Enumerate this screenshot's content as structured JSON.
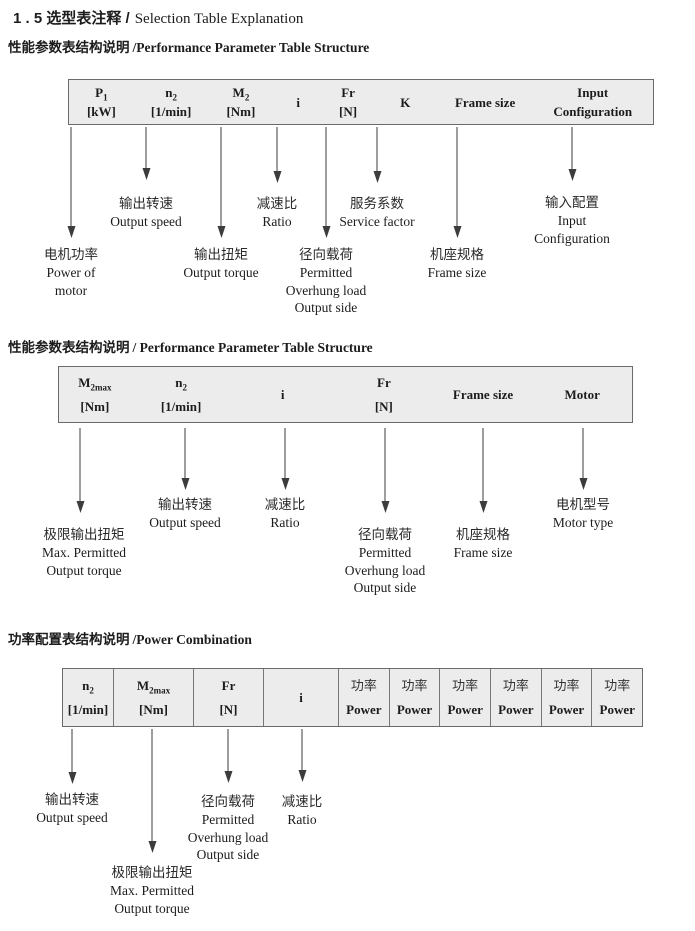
{
  "title": {
    "cn": "1 . 5 选型表注释 /",
    "en": "Selection Table Explanation"
  },
  "sections": {
    "s1": {
      "heading_cn": "性能参数表结构说明",
      "heading_en": "/Performance Parameter Table Structure",
      "columns": [
        {
          "base": "P",
          "sub": "1",
          "unit": "[kW]"
        },
        {
          "base": "n",
          "sub": "2",
          "unit": "[1/min]"
        },
        {
          "base": "M",
          "sub": "2",
          "unit": "[Nm]"
        },
        {
          "base": "i",
          "sub": "",
          "unit": ""
        },
        {
          "base": "Fr",
          "sub": "",
          "unit": "[N]"
        },
        {
          "base": "K",
          "sub": "",
          "unit": ""
        },
        {
          "base": "Frame size",
          "sub": "",
          "unit": ""
        },
        {
          "base": "Input",
          "sub": "",
          "unit": "Configuration"
        }
      ],
      "labels": {
        "motor_power": [
          "电机功率",
          "Power of",
          "motor"
        ],
        "output_speed": [
          "输出转速",
          "Output speed"
        ],
        "output_torque": [
          "输出扭矩",
          "Output torque"
        ],
        "ratio": [
          "减速比",
          "Ratio"
        ],
        "overhung_load": [
          "径向载荷",
          "Permitted",
          "Overhung load",
          "Output side"
        ],
        "service_factor": [
          "服务系数",
          "Service factor"
        ],
        "frame_size": [
          "机座规格",
          "Frame size"
        ],
        "input_config": [
          "输入配置",
          "Input",
          "Configuration"
        ]
      }
    },
    "s2": {
      "heading_cn": "性能参数表结构说明",
      "heading_en": "/ Performance Parameter Table Structure",
      "columns": [
        {
          "base": "M",
          "sub": "2max",
          "unit": "[Nm]"
        },
        {
          "base": "n",
          "sub": "2",
          "unit": "[1/min]"
        },
        {
          "base": "i",
          "sub": "",
          "unit": ""
        },
        {
          "base": "Fr",
          "sub": "",
          "unit": "[N]"
        },
        {
          "base": "Frame size",
          "sub": "",
          "unit": ""
        },
        {
          "base": "Motor",
          "sub": "",
          "unit": ""
        }
      ],
      "labels": {
        "max_torque": [
          "极限输出扭矩",
          "Max. Permitted",
          "Output torque"
        ],
        "output_speed": [
          "输出转速",
          "Output speed"
        ],
        "ratio": [
          "减速比",
          "Ratio"
        ],
        "overhung_load": [
          "径向载荷",
          "Permitted",
          "Overhung load",
          "Output side"
        ],
        "frame_size": [
          "机座规格",
          "Frame size"
        ],
        "motor_type": [
          "电机型号",
          "Motor type"
        ]
      }
    },
    "s3": {
      "heading_cn": "功率配置表结构说明",
      "heading_en": "/Power Combination",
      "columns": [
        {
          "base": "n",
          "sub": "2",
          "unit": "[1/min]"
        },
        {
          "base": "M",
          "sub": "2max",
          "unit": "[Nm]"
        },
        {
          "base": "Fr",
          "sub": "",
          "unit": "[N]"
        },
        {
          "base": "i",
          "sub": "",
          "unit": ""
        }
      ],
      "power_cells": [
        {
          "cn": "功率",
          "en": "Power"
        },
        {
          "cn": "功率",
          "en": "Power"
        },
        {
          "cn": "功率",
          "en": "Power"
        },
        {
          "cn": "功率",
          "en": "Power"
        },
        {
          "cn": "功率",
          "en": "Power"
        },
        {
          "cn": "功率",
          "en": "Power"
        }
      ],
      "labels": {
        "output_speed": [
          "输出转速",
          "Output speed"
        ],
        "max_torque": [
          "极限输出扭矩",
          "Max. Permitted",
          "Output torque"
        ],
        "overhung_load": [
          "径向载荷",
          "Permitted",
          "Overhung load",
          "Output side"
        ],
        "ratio": [
          "减速比",
          "Ratio"
        ]
      }
    }
  }
}
